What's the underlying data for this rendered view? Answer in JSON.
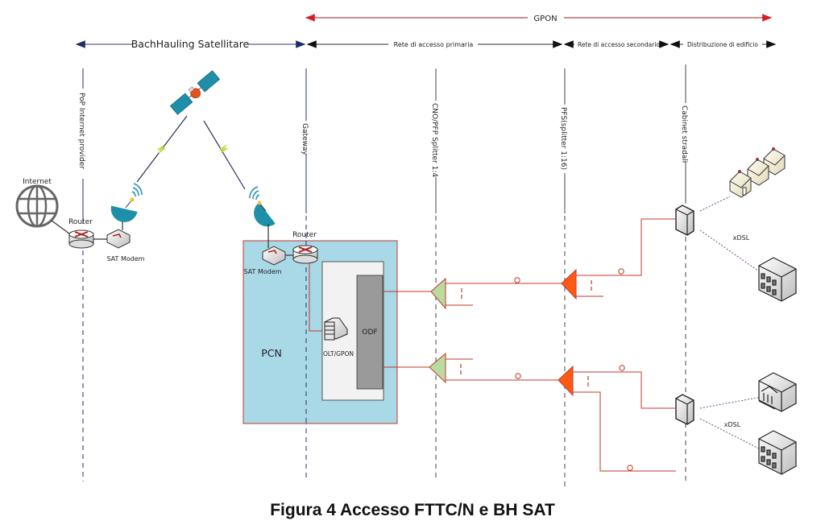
{
  "diagram": {
    "caption": "Figura 4 Accesso FTTC/N e BH SAT",
    "top_span": {
      "label": "GPON",
      "color": "#c0262c"
    },
    "segments": [
      {
        "label": "BachHauling Satellitare",
        "color": "#1f2a6b"
      },
      {
        "label": "Rete di  accesso primaria",
        "color": "#111111"
      },
      {
        "label": "Rete di accesso secondario",
        "color": "#111111"
      },
      {
        "label": "Distribuzione di edificio",
        "color": "#111111"
      }
    ],
    "columns": [
      {
        "label": "PoP Internet provider",
        "color": "#2a2f6e"
      },
      {
        "label": "Gateway",
        "color": "#2a2f6e"
      },
      {
        "label": "CNO/PFP Splitter 1:4",
        "color": "#444444"
      },
      {
        "label": "PFS(splitter 1:16)",
        "color": "#444444"
      },
      {
        "label": "Cabinet stradali",
        "color": "#444444"
      }
    ],
    "nodes": {
      "internet": "Internet",
      "router_left": "Router",
      "sat_modem_left": "SAT Modem",
      "router_right": "Router",
      "sat_modem_right": "SAT Modem",
      "pcn": "PCN",
      "olt": "OLT/GPON",
      "odf": "ODF",
      "xdsl_top": "xDSL",
      "xdsl_bottom": "xDSL"
    },
    "colors": {
      "fiber": "#c0392b",
      "pcn_fill": "#a9d9e6",
      "pcn_border": "#c0392b",
      "odf_fill": "#9a9a9a",
      "primary_splitter": "#b8dca0",
      "secondary_splitter": "#ff5a14",
      "satellite": "#1e8fa8",
      "xdsl_line": "#7a4d8a"
    }
  }
}
